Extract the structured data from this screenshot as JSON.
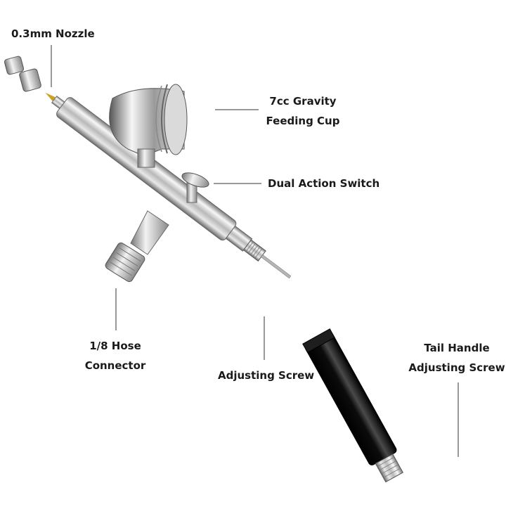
{
  "labels": {
    "nozzle": "0.3mm Nozzle",
    "cup_line1": "7cc Gravity",
    "cup_line2": "Feeding Cup",
    "switch": "Dual Action Switch",
    "hose_line1": "1/8 Hose",
    "hose_line2": "Connector",
    "adjusting_screw": "Adjusting Screw",
    "tail_line1": "Tail Handle",
    "tail_line2": "Adjusting Screw"
  },
  "colors": {
    "text": "#1a1a1a",
    "leader": "#333333",
    "chrome_dark": "#6d6d6d",
    "chrome_light": "#f4f4f4",
    "handle": "#111111"
  }
}
